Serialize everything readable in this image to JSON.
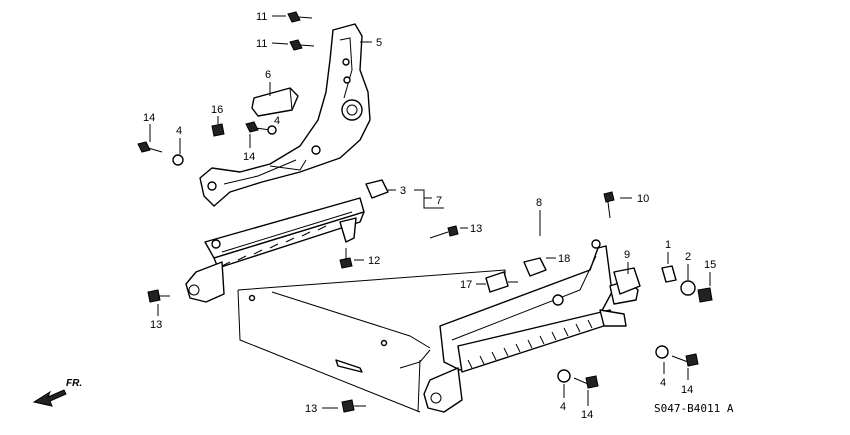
{
  "diagram": {
    "drawing_code": "S047-B4011 A",
    "direction_label": "FR.",
    "callouts": {
      "c11a": "11",
      "c11b": "11",
      "c5": "5",
      "c6": "6",
      "c16": "16",
      "c14a": "14",
      "c4a": "4",
      "c4b": "4",
      "c14b": "14",
      "c3": "3",
      "c7": "7",
      "c8": "8",
      "c10": "10",
      "c13a": "13",
      "c12": "12",
      "c13b": "13",
      "c18": "18",
      "c17": "17",
      "c9": "9",
      "c1": "1",
      "c2": "2",
      "c15": "15",
      "c4c": "4",
      "c14c": "14",
      "c4d": "4",
      "c14d": "14",
      "c13c": "13"
    }
  }
}
